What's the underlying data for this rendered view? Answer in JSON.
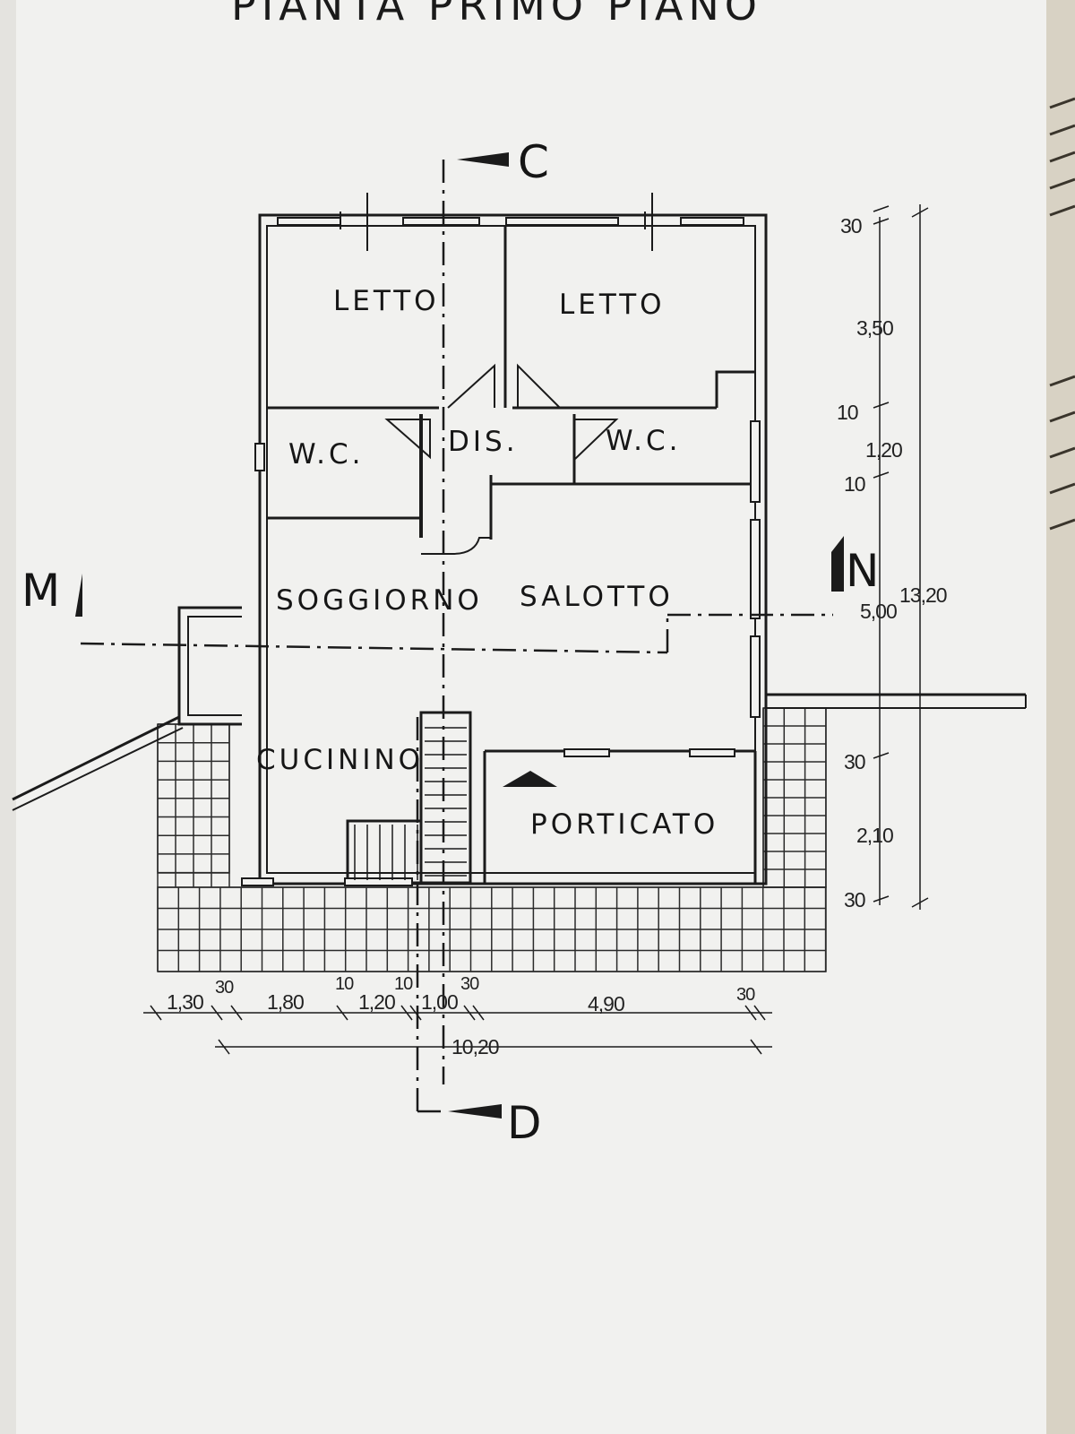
{
  "title": "PIANTA PRIMO PIANO",
  "rooms": {
    "letto_left": "LETTO",
    "letto_right": "LETTO",
    "wc_left": "W.C.",
    "dis": "DIS.",
    "wc_right": "W.C.",
    "soggiorno": "SOGGIORNO",
    "salotto": "SALOTTO",
    "cucinino": "CUCININO",
    "porticato": "PORTICATO"
  },
  "section_marks": {
    "c": "C",
    "d": "D",
    "m": "M",
    "n": "N"
  },
  "dimensions": {
    "right": {
      "d30_top": "30",
      "d350": "3,50",
      "d10": "10",
      "d120": "1,20",
      "d10b": "10",
      "d500": "5,00",
      "d1320": "13,20",
      "d30_mid": "30",
      "d210": "2,10",
      "d30_bot": "30"
    },
    "bottom": {
      "d130": "1,30",
      "d30a": "30",
      "d180": "1,80",
      "d10a": "10",
      "d120": "1,20",
      "d10b": "10",
      "d100": "1,00",
      "d30b": "30",
      "d490": "4,90",
      "d30c": "30",
      "d1020": "10,20"
    }
  },
  "colors": {
    "paper": "#f3f3f1",
    "ink": "#1b1b1b",
    "desk": "#c9c2b3"
  }
}
